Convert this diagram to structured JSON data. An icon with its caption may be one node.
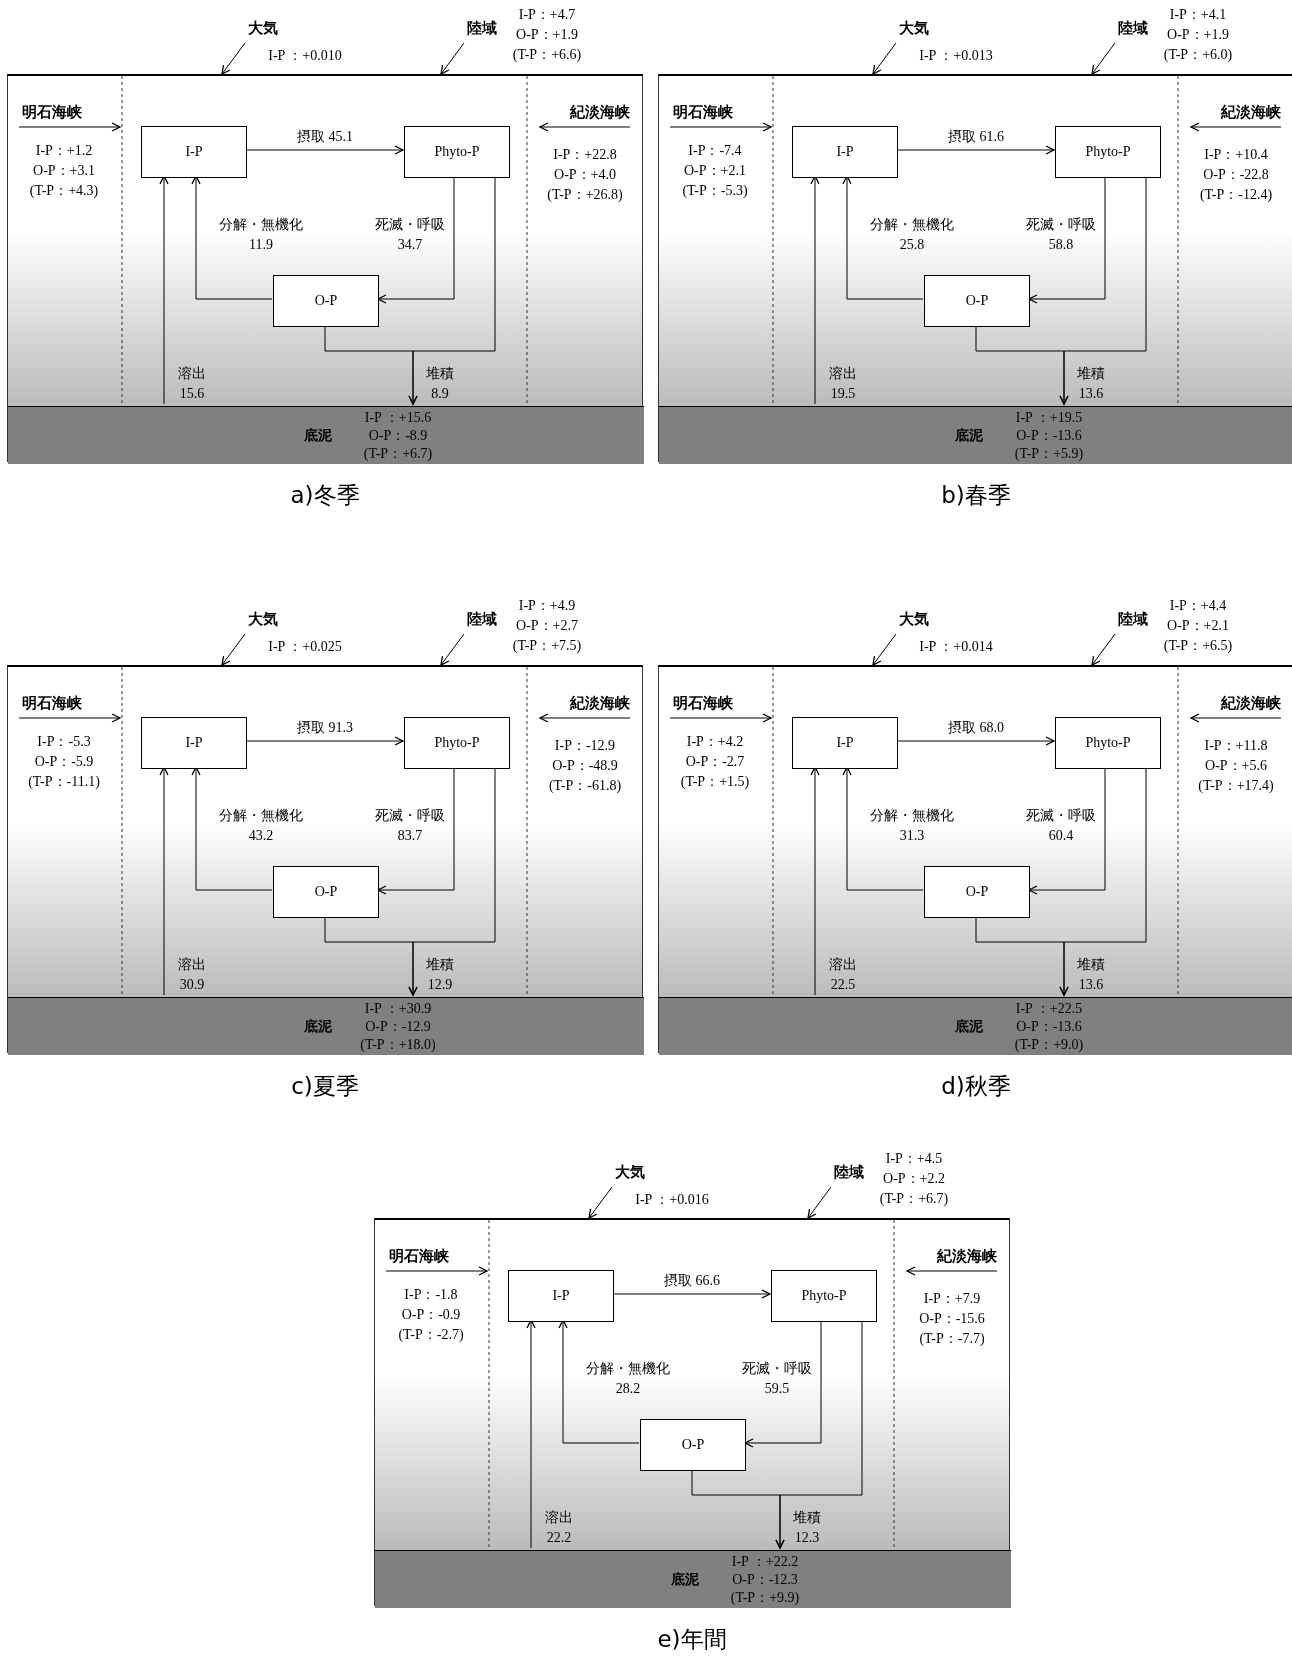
{
  "diagram": {
    "nodes": [
      {
        "text": [],
        "shape": "box",
        "beside": [
          "a)冬季"
        ]
      },
      {
        "text": [
          "大気"
        ]
      },
      {
        "text": [
          "陸域"
        ]
      },
      {
        "text": [
          "明石海峡"
        ],
        "in": 0
      },
      {
        "text": [
          "紀淡海峡"
        ],
        "in": 0
      },
      {
        "text": [
          "I-P"
        ],
        "in": 0
      },
      {
        "text": [
          "Phyto-P"
        ],
        "in": 0
      },
      {
        "text": [
          "O-P"
        ],
        "in": 0
      },
      {
        "text": [
          "底泥",
          "I-P ：+15.6 O-P：-8.9 (T-P：+6.7)"
        ],
        "in": 0
      },
      {
        "text": [],
        "shape": "box",
        "beside": [
          "b)春季"
        ]
      },
      {
        "text": [
          "大気"
        ]
      },
      {
        "text": [
          "陸域"
        ]
      },
      {
        "text": [
          "明石海峡"
        ],
        "in": 9
      },
      {
        "text": [
          "紀淡海峡"
        ],
        "in": 9
      },
      {
        "text": [
          "I-P"
        ],
        "in": 9
      },
      {
        "text": [
          "Phyto-P"
        ],
        "in": 9
      },
      {
        "text": [
          "O-P"
        ],
        "in": 9
      },
      {
        "text": [
          "底泥",
          "I-P ：+19.5 O-P：-13.6 (T-P：+5.9)"
        ],
        "in": 9
      },
      {
        "text": [],
        "shape": "box",
        "beside": [
          "c)夏季"
        ]
      },
      {
        "text": [
          "大気"
        ]
      },
      {
        "text": [
          "陸域"
        ]
      },
      {
        "text": [
          "明石海峡"
        ],
        "in": 18
      },
      {
        "text": [
          "紀淡海峡"
        ],
        "in": 18
      },
      {
        "text": [
          "I-P"
        ],
        "in": 18
      },
      {
        "text": [
          "Phyto-P"
        ],
        "in": 18
      },
      {
        "text": [
          "O-P"
        ],
        "in": 18
      },
      {
        "text": [
          "底泥",
          "I-P ：+30.9 O-P：-12.9 (T-P：+18.0)"
        ],
        "in": 18
      },
      {
        "text": [],
        "shape": "box",
        "beside": [
          "d)秋季"
        ]
      },
      {
        "text": [
          "大気"
        ]
      },
      {
        "text": [
          "陸域"
        ]
      },
      {
        "text": [
          "明石海峡"
        ],
        "in": 27
      },
      {
        "text": [
          "紀淡海峡"
        ],
        "in": 27
      },
      {
        "text": [
          "I-P"
        ],
        "in": 27
      },
      {
        "text": [
          "Phyto-P"
        ],
        "in": 27
      },
      {
        "text": [
          "O-P"
        ],
        "in": 27
      },
      {
        "text": [
          "底泥",
          "I-P ：+22.5 O-P：-13.6 (T-P：+9.0)"
        ],
        "in": 27
      },
      {
        "text": [],
        "shape": "box",
        "beside": [
          "e)年間"
        ]
      },
      {
        "text": [
          "大気"
        ]
      },
      {
        "text": [
          "陸域"
        ]
      },
      {
        "text": [
          "明石海峡"
        ],
        "in": 36
      },
      {
        "text": [
          "紀淡海峡"
        ],
        "in": 36
      },
      {
        "text": [
          "I-P"
        ],
        "in": 36
      },
      {
        "text": [
          "Phyto-P"
        ],
        "in": 36
      },
      {
        "text": [
          "O-P"
        ],
        "in": 36
      },
      {
        "text": [
          "底泥",
          "I-P ：+22.2 O-P：-12.3 (T-P：+9.9)"
        ],
        "in": 36
      }
    ],
    "edges": [
      {
        "from": 1,
        "to": 0,
        "arrow": "to",
        "label": "I-P ：+0.010"
      },
      {
        "from": 2,
        "to": 0,
        "arrow": "to",
        "label": "I-P：+4.7 O-P：+1.9 (T-P：+6.6)"
      },
      {
        "from": 3,
        "to": null,
        "arrow": "to",
        "label": "I-P：+1.2 O-P：+3.1 (T-P：+4.3)"
      },
      {
        "from": 4,
        "to": null,
        "arrow": "to",
        "label": "I-P：+22.8 O-P：+4.0 (T-P：+26.8)"
      },
      {
        "from": 5,
        "to": 6,
        "arrow": "to",
        "label": "摂取 45.1"
      },
      {
        "from": 6,
        "to": 7,
        "arrow": "to",
        "label": "死滅・呼吸 34.7"
      },
      {
        "from": 7,
        "to": 5,
        "arrow": "to",
        "label": "分解・無機化 11.9"
      },
      {
        "from": 7,
        "to": 8,
        "arrow": "to",
        "label": "堆積 8.9"
      },
      {
        "from": 6,
        "to": 8,
        "arrow": "to"
      },
      {
        "from": 8,
        "to": 5,
        "arrow": "to",
        "label": "溶出 15.6"
      },
      {
        "from": 10,
        "to": 9,
        "arrow": "to",
        "label": "I-P ：+0.013"
      },
      {
        "from": 11,
        "to": 9,
        "arrow": "to",
        "label": "I-P：+4.1 O-P：+1.9 (T-P：+6.0)"
      },
      {
        "from": 12,
        "to": null,
        "arrow": "to",
        "label": "I-P：-7.4 O-P：+2.1 (T-P：-5.3)"
      },
      {
        "from": 13,
        "to": null,
        "arrow": "to",
        "label": "I-P：+10.4 O-P：-22.8 (T-P：-12.4)"
      },
      {
        "from": 14,
        "to": 15,
        "arrow": "to",
        "label": "摂取 61.6"
      },
      {
        "from": 15,
        "to": 16,
        "arrow": "to",
        "label": "死滅・呼吸 58.8"
      },
      {
        "from": 16,
        "to": 14,
        "arrow": "to",
        "label": "分解・無機化 25.8"
      },
      {
        "from": 16,
        "to": 17,
        "arrow": "to",
        "label": "堆積 13.6"
      },
      {
        "from": 15,
        "to": 17,
        "arrow": "to"
      },
      {
        "from": 17,
        "to": 14,
        "arrow": "to",
        "label": "溶出 19.5"
      },
      {
        "from": 19,
        "to": 18,
        "arrow": "to",
        "label": "I-P ：+0.025"
      },
      {
        "from": 20,
        "to": 18,
        "arrow": "to",
        "label": "I-P：+4.9 O-P：+2.7 (T-P：+7.5)"
      },
      {
        "from": 21,
        "to": null,
        "arrow": "to",
        "label": "I-P：-5.3 O-P：-5.9 (T-P：-11.1)"
      },
      {
        "from": 22,
        "to": null,
        "arrow": "to",
        "label": "I-P：-12.9 O-P：-48.9 (T-P：-61.8)"
      },
      {
        "from": 23,
        "to": 24,
        "arrow": "to",
        "label": "摂取 91.3"
      },
      {
        "from": 24,
        "to": 25,
        "arrow": "to",
        "label": "死滅・呼吸 83.7"
      },
      {
        "from": 25,
        "to": 23,
        "arrow": "to",
        "label": "分解・無機化 43.2"
      },
      {
        "from": 25,
        "to": 26,
        "arrow": "to",
        "label": "堆積 12.9"
      },
      {
        "from": 24,
        "to": 26,
        "arrow": "to"
      },
      {
        "from": 26,
        "to": 23,
        "arrow": "to",
        "label": "溶出 30.9"
      },
      {
        "from": 28,
        "to": 27,
        "arrow": "to",
        "label": "I-P ：+0.014"
      },
      {
        "from": 29,
        "to": 27,
        "arrow": "to",
        "label": "I-P：+4.4 O-P：+2.1 (T-P：+6.5)"
      },
      {
        "from": 30,
        "to": null,
        "arrow": "to",
        "label": "I-P：+4.2 O-P：-2.7 (T-P：+1.5)"
      },
      {
        "from": 31,
        "to": null,
        "arrow": "to",
        "label": "I-P：+11.8 O-P：+5.6 (T-P：+17.4)"
      },
      {
        "from": 32,
        "to": 33,
        "arrow": "to",
        "label": "摂取 68.0"
      },
      {
        "from": 33,
        "to": 34,
        "arrow": "to",
        "label": "死滅・呼吸 60.4"
      },
      {
        "from": 34,
        "to": 32,
        "arrow": "to",
        "label": "分解・無機化 31.3"
      },
      {
        "from": 34,
        "to": 35,
        "arrow": "to",
        "label": "堆積 13.6"
      },
      {
        "from": 33,
        "to": 35,
        "arrow": "to"
      },
      {
        "from": 35,
        "to": 32,
        "arrow": "to",
        "label": "溶出 22.5"
      },
      {
        "from": 37,
        "to": 36,
        "arrow": "to",
        "label": "I-P ：+0.016"
      },
      {
        "from": 38,
        "to": 36,
        "arrow": "to",
        "label": "I-P：+4.5 O-P：+2.2 (T-P：+6.7)"
      },
      {
        "from": 39,
        "to": null,
        "arrow": "to",
        "label": "I-P：-1.8 O-P：-0.9 (T-P：-2.7)"
      },
      {
        "from": 40,
        "to": null,
        "arrow": "to",
        "label": "I-P：+7.9 O-P：-15.6 (T-P：-7.7)"
      },
      {
        "from": 41,
        "to": 42,
        "arrow": "to",
        "label": "摂取 66.6"
      },
      {
        "from": 42,
        "to": 43,
        "arrow": "to",
        "label": "死滅・呼吸 59.5"
      },
      {
        "from": 43,
        "to": 41,
        "arrow": "to",
        "label": "分解・無機化 28.2"
      },
      {
        "from": 43,
        "to": 44,
        "arrow": "to",
        "label": "堆積 12.3"
      },
      {
        "from": 42,
        "to": 44,
        "arrow": "to"
      },
      {
        "from": 44,
        "to": 41,
        "arrow": "to",
        "label": "溶出 22.2"
      }
    ]
  }
}
